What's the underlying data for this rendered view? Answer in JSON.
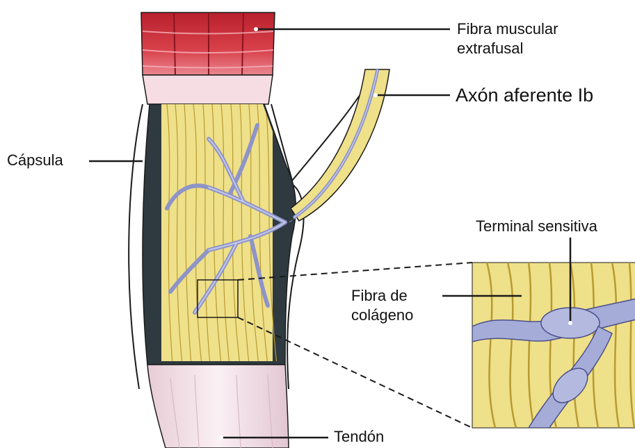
{
  "labels": {
    "fibra_muscular_line1": "Fibra muscular",
    "fibra_muscular_line2": "extrafusal",
    "axon": "Axón aferente Ib",
    "capsula": "Cápsula",
    "terminal": "Terminal sensitiva",
    "fibra_colageno_line1": "Fibra de",
    "fibra_colageno_line2": "colágeno",
    "tendon": "Tendón"
  },
  "colors": {
    "muscle": "#c8303a",
    "muscle_light": "#f0aab0",
    "collagen": "#f2e48a",
    "collagen_dark": "#c9b040",
    "capsule_space": "#2e3a40",
    "nerve": "#a6acd8",
    "tendon": "#f2e2ea",
    "outline": "#1a1a1a"
  }
}
